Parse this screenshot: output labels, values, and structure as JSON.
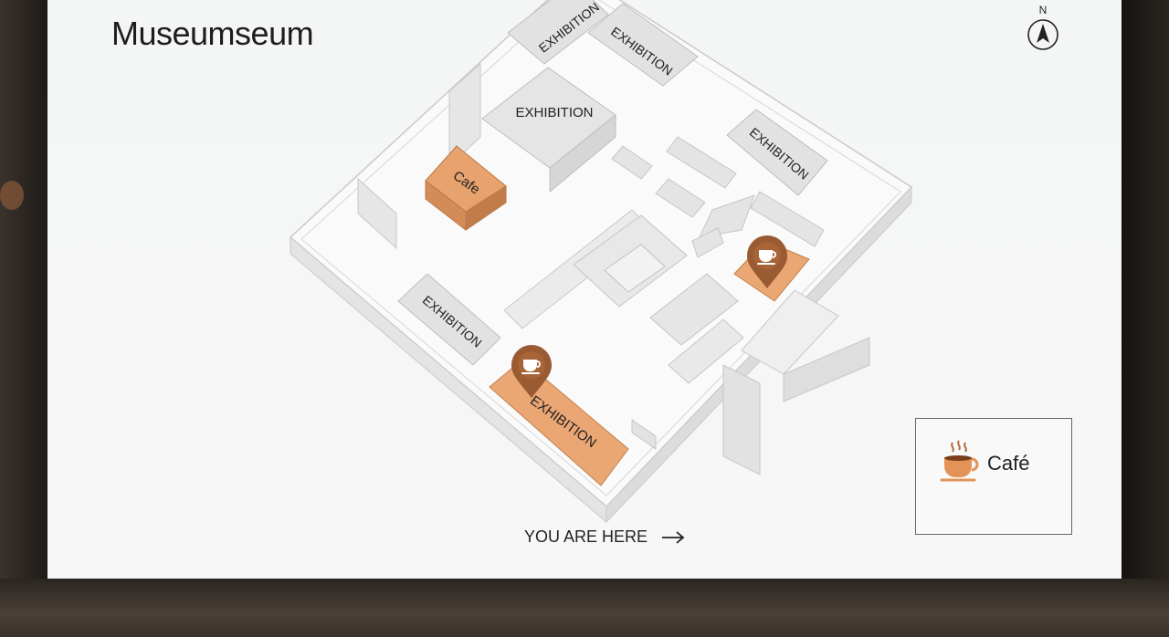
{
  "header": {
    "title": "Museumseum"
  },
  "compass": {
    "label": "N"
  },
  "rooms": {
    "exhibition_label": "EXHIBITION",
    "cafe_label": "Cafe"
  },
  "wayfinding": {
    "you_are_here": "YOU ARE HERE"
  },
  "legend": {
    "cafe_label": "Café",
    "icon": "coffee-cup-icon"
  },
  "colors": {
    "cafe_accent": "#e6a170",
    "pin_brown": "#9a5a32",
    "wall": "#e3e3e3"
  }
}
